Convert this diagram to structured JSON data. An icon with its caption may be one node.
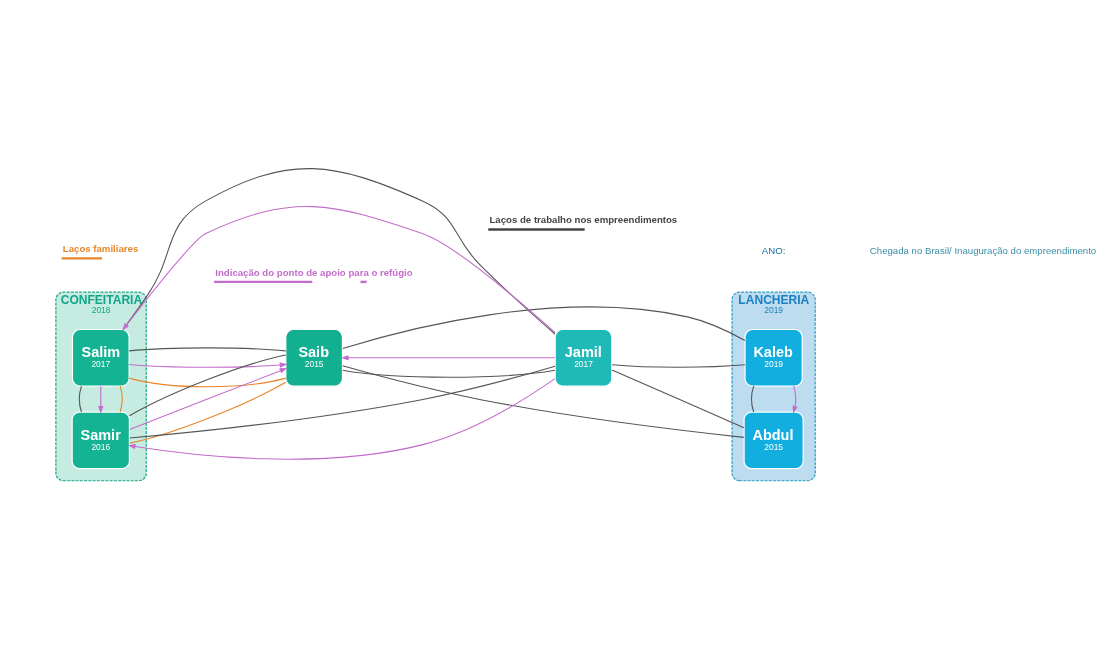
{
  "diagram": {
    "nodes": [
      {
        "text": [
          "CONFEITARIA",
          "2018"
        ]
      },
      {
        "text": [
          "Salim",
          "2017"
        ],
        "in": 0
      },
      {
        "text": [
          "Samir",
          "2016"
        ],
        "in": 0
      },
      {
        "text": [
          "LANCHERIA",
          "2019"
        ]
      },
      {
        "text": [
          "Kaleb",
          "2019"
        ],
        "in": 3
      },
      {
        "text": [
          "Abdul",
          "2015"
        ],
        "in": 3
      },
      {
        "text": [
          "Saib",
          "2015"
        ]
      },
      {
        "text": [
          "Jamil",
          "2017"
        ]
      }
    ],
    "edges": [
      {
        "from": 1,
        "to": 2,
        "arrow": "none",
        "color": "#e8862a"
      },
      {
        "from": 1,
        "to": 6,
        "arrow": "none",
        "color": "#e8862a"
      },
      {
        "from": 2,
        "to": 6,
        "arrow": "none",
        "color": "#e8862a"
      },
      {
        "from": 1,
        "to": 2,
        "arrow": "to",
        "color": "#c36ccc"
      },
      {
        "from": 1,
        "to": 6,
        "arrow": "to",
        "color": "#c36ccc"
      },
      {
        "from": 2,
        "to": 6,
        "arrow": "to",
        "color": "#c36ccc"
      },
      {
        "from": 7,
        "to": 1,
        "arrow": "to",
        "color": "#c36ccc"
      },
      {
        "from": 7,
        "to": 6,
        "arrow": "to",
        "color": "#c36ccc"
      },
      {
        "from": 7,
        "to": 2,
        "arrow": "to",
        "color": "#c36ccc"
      },
      {
        "from": 4,
        "to": 5,
        "arrow": "to",
        "color": "#c36ccc"
      },
      {
        "from": 1,
        "to": 2,
        "arrow": "none"
      },
      {
        "from": 1,
        "to": 6,
        "arrow": "none"
      },
      {
        "from": 1,
        "to": 7,
        "arrow": "none"
      },
      {
        "from": 6,
        "to": 4,
        "arrow": "none"
      },
      {
        "from": 6,
        "to": 7,
        "arrow": "none"
      },
      {
        "from": 6,
        "to": 5,
        "arrow": "none"
      },
      {
        "from": 2,
        "to": 6,
        "arrow": "none"
      },
      {
        "from": 2,
        "to": 7,
        "arrow": "none"
      },
      {
        "from": 7,
        "to": 4,
        "arrow": "none"
      },
      {
        "from": 7,
        "to": 5,
        "arrow": "none"
      },
      {
        "from": 4,
        "to": 5,
        "arrow": "none"
      }
    ],
    "labels": [
      "ANO:",
      "Chegada no Brasil/ Inauguração do empreendimento"
    ],
    "legend": [
      {
        "text": "Laços familiares"
      },
      {
        "text": "Indicação do ponto de apoio para o refúgio"
      },
      {
        "text": "Laços de trabalho nos empreendimentos"
      }
    ]
  }
}
